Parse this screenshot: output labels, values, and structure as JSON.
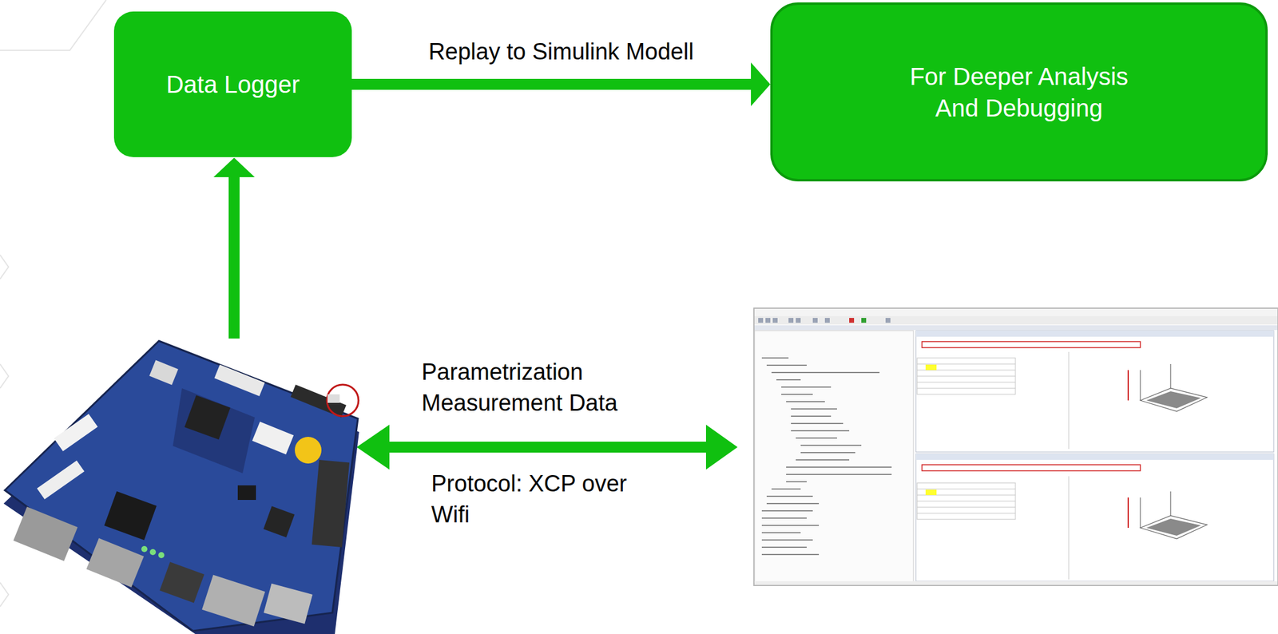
{
  "diagram": {
    "nodes": [
      {
        "text": [
          "Data Logger"
        ]
      },
      {
        "text": [
          "For Deeper Analysis And Debugging"
        ]
      }
    ],
    "edges": [
      {
        "from": 0,
        "to": 1,
        "arrow": "to",
        "label": "Replay to Simulink Modell"
      }
    ],
    "labels": [
      "Parametrization Measurement Data",
      "Protocol: XCP over Wifi"
    ]
  }
}
